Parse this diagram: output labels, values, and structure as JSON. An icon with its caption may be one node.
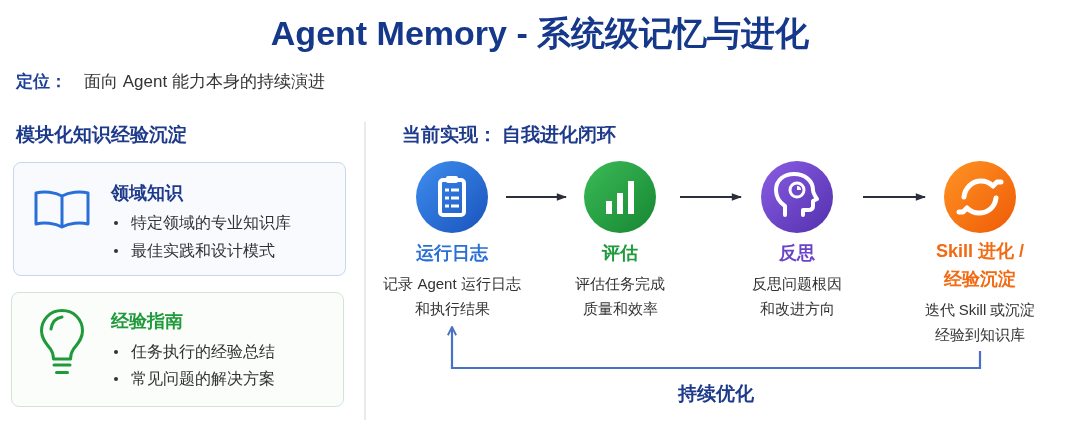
{
  "diagram": {
    "title": "Agent Memory - 系统级记忆与进化",
    "nodes": [
      {
        "text": [
          "领域知识",
          "特定领域的专业知识库",
          "最佳实践和设计模式"
        ]
      },
      {
        "text": [
          "经验指南",
          "任务执行的经验总结",
          "常见问题的解决方案"
        ]
      },
      {
        "text": [
          "运行日志",
          "记录 Agent 运行日志和执行结果"
        ]
      },
      {
        "text": [
          "评估",
          "评估任务完成质量和效率"
        ]
      },
      {
        "text": [
          "反思",
          "反思问题根因和改进方向"
        ]
      },
      {
        "text": [
          "Skill 进化 / 经验沉淀",
          "迭代 Skill 或沉淀经验到知识库"
        ]
      }
    ],
    "edges": [
      {
        "from": 2,
        "to": 3,
        "arrow": "to"
      },
      {
        "from": 3,
        "to": 4,
        "arrow": "to"
      },
      {
        "from": 4,
        "to": 5,
        "arrow": "to"
      },
      {
        "from": 5,
        "to": 2,
        "arrow": "to",
        "label": "持续优化",
        "color": "#4a72c4"
      }
    ],
    "labels": [
      "定位：",
      "面向 Agent 能力本身的持续演进",
      "模块化知识经验沉淀",
      "当前实现： 自我进化闭环"
    ]
  }
}
